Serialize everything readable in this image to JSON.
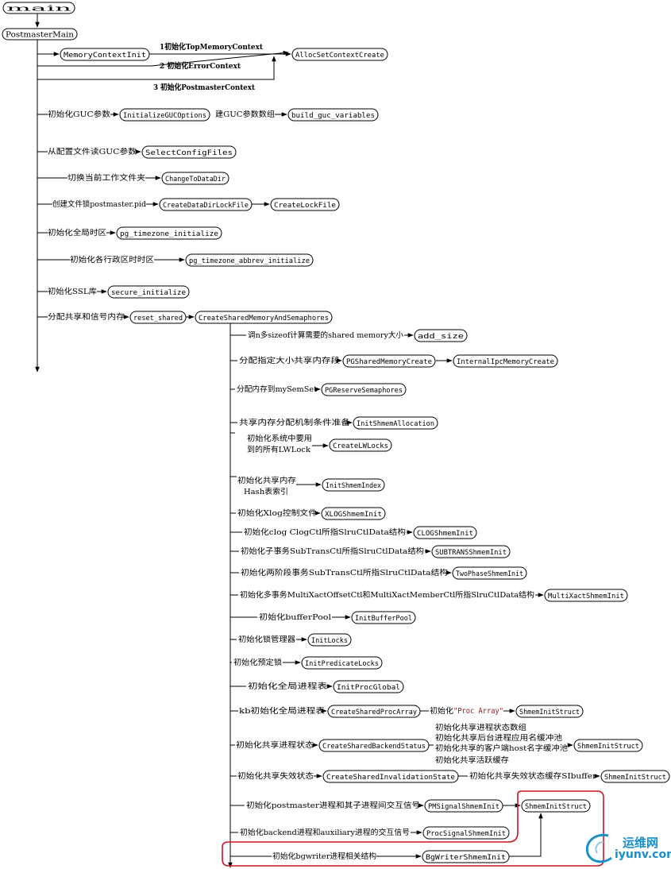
{
  "colors": {
    "line": "#000000",
    "highlight": "#d0141c",
    "watermark": "#1a8fc9"
  },
  "nodes": {
    "main": "main",
    "postmaster_main": "PostmasterMain",
    "memory_context_init": "MemoryContextInit",
    "alloc_set_context_create": "AllocSetContextCreate",
    "initialize_guc_options": "InitializeGUCOptions",
    "build_guc_variables": "build_guc_variables",
    "select_config_files": "SelectConfigFiles",
    "change_to_data_dir": "ChangeToDataDir",
    "create_data_dir_lock_file": "CreateDataDirLockFile",
    "create_lock_file": "CreateLockFile",
    "pg_timezone_initialize": "pg_timezone_initialize",
    "pg_timezone_abbrev_initialize": "pg_timezone_abbrev_initialize",
    "secure_initialize": "secure_initialize",
    "reset_shared": "reset_shared",
    "create_shared_memory_and_semaphores": "CreateSharedMemoryAndSemaphores",
    "add_size": "add_size",
    "pg_shared_memory_create": "PGSharedMemoryCreate",
    "internal_ipc_memory_create": "InternalIpcMemoryCreate",
    "pg_reserve_semaphores": "PGReserveSemaphores",
    "init_shmem_allocation": "InitShmemAllocation",
    "create_lw_locks": "CreateLWLocks",
    "init_shmem_index": "InitShmemIndex",
    "xlog_shmem_init": "XLOGShmemInit",
    "clog_shmem_init": "CLOGShmemInit",
    "subtrans_shmem_init": "SUBTRANSShmemInit",
    "two_phase_shmem_init": "TwoPhaseShmemInit",
    "multi_xact_shmem_init": "MultiXactShmemInit",
    "init_buffer_pool": "InitBufferPool",
    "init_locks": "InitLocks",
    "init_predicate_locks": "InitPredicateLocks",
    "init_proc_global": "InitProcGlobal",
    "create_shared_proc_array": "CreateSharedProcArray",
    "shmem_init_struct_1": "ShmemInitStruct",
    "create_shared_backend_status": "CreateSharedBackendStatus",
    "shmem_init_struct_2": "ShmemInitStruct",
    "create_shared_invalidation_state": "CreateSharedInvalidationState",
    "shmem_init_struct_3": "ShmemInitStruct",
    "pm_signal_shmem_init": "PMSignalShmemInit",
    "shmem_init_struct_4": "ShmemInitStruct",
    "proc_signal_shmem_init": "ProcSignalShmemInit",
    "bg_writer_shmem_init": "BgWriterShmemInit"
  },
  "labels": {
    "init_top_memory_context": "1初始化TopMemoryContext",
    "init_error_context": "2 初始化ErrorContext",
    "init_postmaster_context": "3 初始化PostmasterContext",
    "init_guc_params": "初始化GUC参数",
    "build_guc_array": "建GUC参数数组",
    "read_guc_from_config": "从配置文件读GUC参数",
    "switch_work_dir": "切换当前工作文件夹",
    "create_lock_postmaster_pid": "创建文件锁postmaster.pid",
    "init_global_timezone": "初始化全局时区",
    "init_admin_zone_timezone": "初始化各行政区时时区",
    "init_ssl_lib": "初始化SSL库",
    "alloc_shared_and_signal_mem": "分配共享和信号内存",
    "call_sizeof_shared_memory": "调n多sizeof计算需要的shared memory大小",
    "alloc_fixed_size_shared_segment": "分配指定大小共享内存段",
    "alloc_mem_to_mysemset": "分配内存到mySemSet",
    "shared_mem_alloc_prepare": "共享内存分配机制条件准备",
    "init_all_lwlocks_line1": "初始化系统中要用",
    "init_all_lwlocks_line2": "到的所有LWLock",
    "init_shared_hash_index_line1": "初始化共享内存",
    "init_shared_hash_index_line2": "Hash表索引",
    "init_xlog_control_file": "初始化Xlog控制文件",
    "init_clog": "初始化clog ClogCtl所指SlruCtlData结构",
    "init_subtrans": "初始化子事务SubTransCtl所指SlruCtlData结构",
    "init_two_phase": "初始化两阶段事务SubTransCtl所指SlruCtlData结构",
    "init_multixact": "初始化多事务MultiXactOffsetCtl和MultiXactMemberCtl所指SlruCtlData结构",
    "init_buffer_pool": "初始化bufferPool",
    "init_lock_manager": "初始化锁管理器",
    "init_predicate_lock": "初始化预定锁",
    "init_global_proc_table": "初始化全局进程表",
    "kb_init_global_proc_table": "kb初始化全局进程表",
    "init_proc_array_prefix": "初始化",
    "init_proc_array_quoted": "\"Proc Array\"",
    "init_shared_proc_state": "初始化共享进程状态",
    "backend_status_line1": "初始化共享进程状态数组",
    "backend_status_line2": "初始化共享后台进程应用名缓冲池",
    "backend_status_line3": "初始化共享的客户端host名字缓冲池",
    "backend_status_line4": "初始化共享活跃缓存",
    "init_shared_invalid_state": "初始化共享失效状态",
    "init_shared_invalid_sibuffer": "初始化共享失效状态缓存SIbuffer",
    "init_postmaster_signals": "初始化postmaster进程和其子进程间交互信号",
    "init_backend_aux_signals": "初始化backend进程和auxiliary进程的交互信号",
    "init_bgwriter_struct": "初始化bgwriter进程相关结构"
  },
  "watermark": {
    "logo_cn": "运维网",
    "logo_en": "iyunv.com"
  }
}
